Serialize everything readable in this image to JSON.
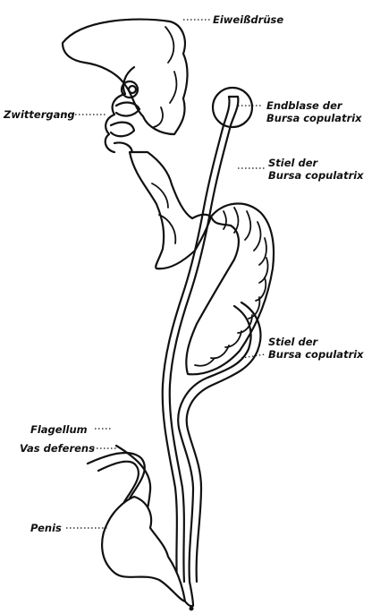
{
  "labels": {
    "eiweissdruese": "Eiweißdrüse",
    "zwittergang": "Zwittergang",
    "endblase_line1": "Endblase der",
    "endblase_line2": "Bursa copulatrix",
    "stiel1_line1": "Stiel der",
    "stiel1_line2": "Bursa copulatrix",
    "stiel2_line1": "Stiel der",
    "stiel2_line2": "Bursa copulatrix",
    "flagellum": "Flagellum",
    "vas_deferens": "Vas deferens",
    "penis": "Penis"
  }
}
